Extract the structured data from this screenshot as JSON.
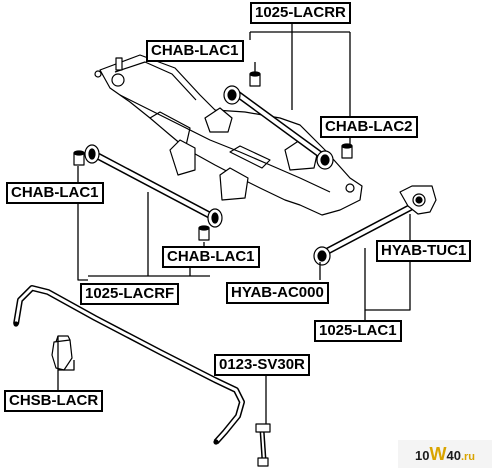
{
  "labels": {
    "lacrr": "1025-LACRR",
    "chab_lac1_top": "CHAB-LAC1",
    "chab_lac2": "CHAB-LAC2",
    "chab_lac1_left": "CHAB-LAC1",
    "chab_lac1_mid": "CHAB-LAC1",
    "lacrf": "1025-LACRF",
    "hyab_ac000": "HYAB-AC000",
    "hyab_tuc1": "HYAB-TUC1",
    "lac1": "1025-LAC1",
    "sv30r": "0123-SV30R",
    "chsb_lacr": "CHSB-LACR"
  },
  "watermark": {
    "part1": "10",
    "part2": "W",
    "part3": "40",
    "part4": ".ru"
  }
}
